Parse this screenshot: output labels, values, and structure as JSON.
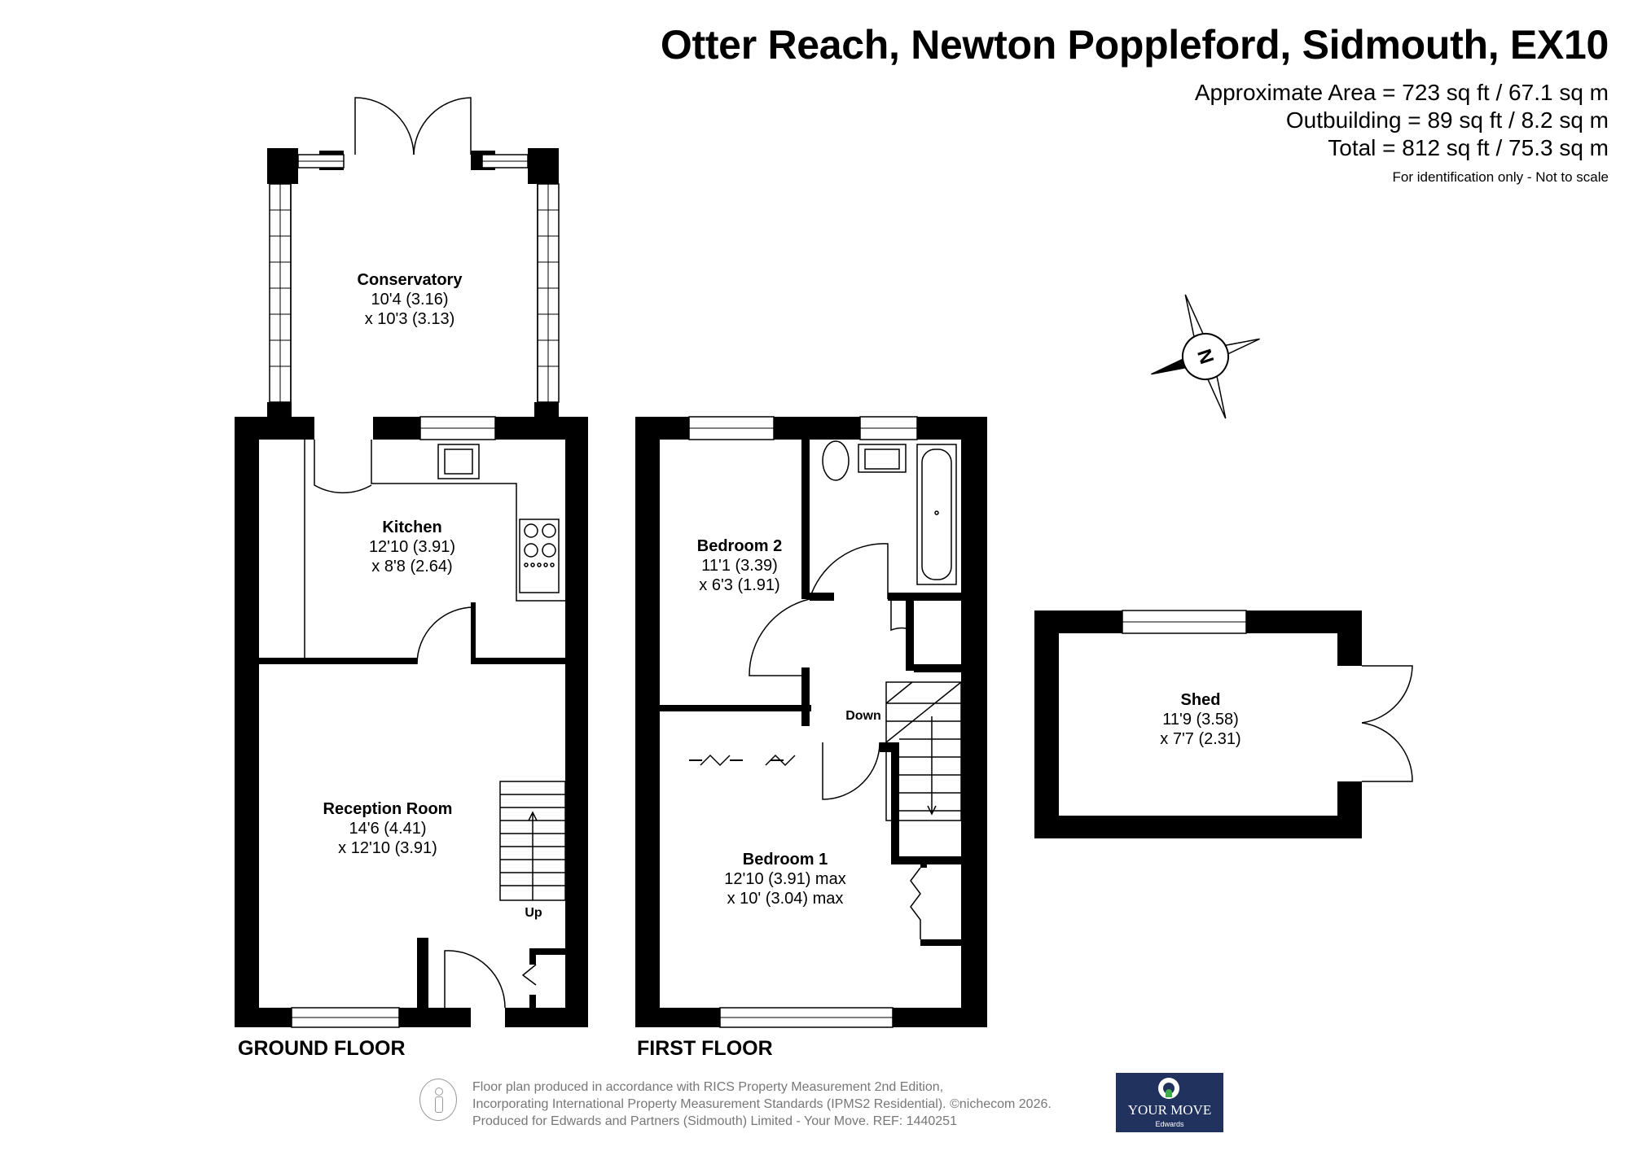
{
  "header": {
    "title": "Otter Reach, Newton Poppleford, Sidmouth, EX10",
    "approx_area": "Approximate Area = 723 sq ft / 67.1 sq m",
    "outbuilding": "Outbuilding = 89 sq ft / 8.2 sq m",
    "total": "Total = 812 sq ft / 75.3 sq m",
    "disclaimer": "For identification only - Not to scale"
  },
  "rooms": {
    "conservatory": {
      "name": "Conservatory",
      "dim1": "10'4 (3.16)",
      "dim2": "x 10'3 (3.13)"
    },
    "kitchen": {
      "name": "Kitchen",
      "dim1": "12'10 (3.91)",
      "dim2": "x 8'8 (2.64)"
    },
    "reception": {
      "name": "Reception Room",
      "dim1": "14'6 (4.41)",
      "dim2": "x 12'10 (3.91)"
    },
    "bedroom2": {
      "name": "Bedroom 2",
      "dim1": "11'1 (3.39)",
      "dim2": "x 6'3 (1.91)"
    },
    "bedroom1": {
      "name": "Bedroom 1",
      "dim1": "12'10 (3.91) max",
      "dim2": "x 10' (3.04) max"
    },
    "shed": {
      "name": "Shed",
      "dim1": "11'9 (3.58)",
      "dim2": "x 7'7 (2.31)"
    }
  },
  "stairs": {
    "up": "Up",
    "down": "Down"
  },
  "compass": {
    "letter": "N"
  },
  "floors": {
    "ground": "GROUND FLOOR",
    "first": "FIRST FLOOR"
  },
  "footer": {
    "line1": "Floor plan produced in accordance with RICS Property Measurement 2nd Edition,",
    "line2": "Incorporating International Property Measurement Standards (IPMS2 Residential).  ©nichecom 2026.",
    "line3": "Produced for Edwards and Partners (Sidmouth) Limited - Your Move.   REF:  1440251"
  },
  "brand": {
    "name": "YOUR MOVE",
    "sub": "Edwards",
    "color": "#22325f",
    "accent": "#3fae49"
  }
}
